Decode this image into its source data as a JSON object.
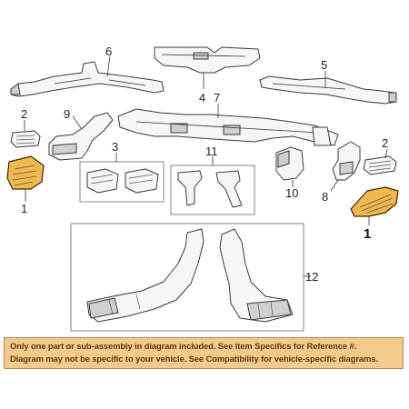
{
  "diagram": {
    "highlight_color": "#f2b84b",
    "callouts": {
      "c1_left": "1",
      "c1_right": "1",
      "c2_left": "2",
      "c2_right": "2",
      "c3": "3",
      "c4": "4",
      "c5": "5",
      "c6": "6",
      "c7": "7",
      "c8": "8",
      "c9": "9",
      "c10": "10",
      "c11": "11",
      "c12": "12"
    }
  },
  "disclaimer": {
    "background_color": "#f3c98c",
    "line1": "Only one part or sub-assembly in diagram included. See Item Specifics for Reference #.",
    "line2": "Diagram may not be specific to your vehicle. See Compatibility for vehicle-specific diagrams."
  }
}
